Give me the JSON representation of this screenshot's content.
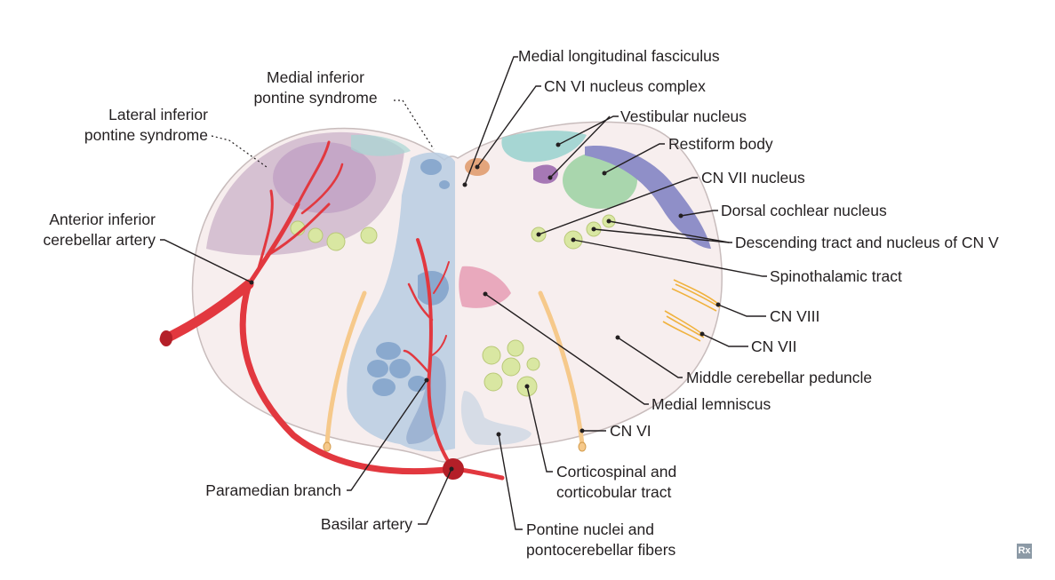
{
  "labels": {
    "mlf": "Medial longitudinal fasciculus",
    "cn6_nucleus": "CN VI nucleus complex",
    "vestibular": "Vestibular  nucleus",
    "restiform": "Restiform body",
    "cn7_nucleus": "CN VII nucleus",
    "dorsal_cochlear": "Dorsal cochlear nucleus",
    "desc_tract_cn5": "Descending tract and nucleus of CN V",
    "spinothalamic": "Spinothalamic tract",
    "cn8": "CN VIII",
    "cn7": "CN VII",
    "middle_cerebellar": "Middle cerebellar peduncle",
    "medial_lemniscus": "Medial lemniscus",
    "cn6": "CN VI",
    "corticospinal_1": "Corticospinal and",
    "corticospinal_2": "corticobular tract",
    "pontine_1": "Pontine nuclei and",
    "pontine_2": "pontocerebellar fibers",
    "medial_inf_1": "Medial inferior",
    "medial_inf_2": "pontine syndrome",
    "lateral_inf_1": "Lateral inferior",
    "lateral_inf_2": "pontine syndrome",
    "aica_1": "Anterior inferior",
    "aica_2": "cerebellar artery",
    "paramedian": "Paramedian branch",
    "basilar": "Basilar artery"
  },
  "watermark": "Rx",
  "colors": {
    "pons_fill": "#f7eeee",
    "pons_outline": "#c8bcbc",
    "medial_zone": "#b9cde2",
    "lateral_zone": "#bfa3c0",
    "artery": "#e2383f",
    "vestibular": "#a6d6d3",
    "restiform": "#a9d6ad",
    "dorsal_cochlear": "#8f8fc8",
    "purple_nucleus": "#a678b5",
    "lemniscus": "#e9a9bd",
    "nerve_fibers": "#f6c98b",
    "nucleus_dots": "#d9e7a2",
    "mlf": "#e3a57c"
  }
}
